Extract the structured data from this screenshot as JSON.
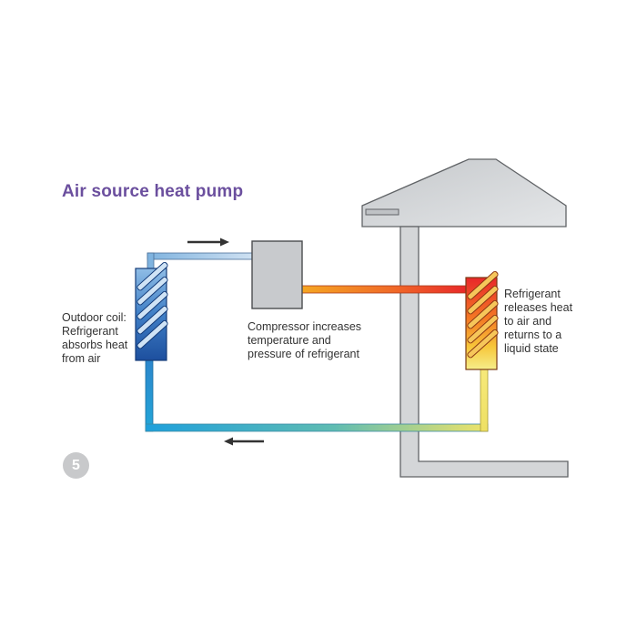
{
  "title": "Air source heat pump",
  "outdoor_coil": {
    "label_lines": [
      "Outdoor coil:",
      "Refrigerant",
      "absorbs heat",
      "from air"
    ]
  },
  "compressor": {
    "label_lines": [
      "Compressor increases",
      "temperature and",
      "pressure of refrigerant"
    ]
  },
  "indoor_coil": {
    "label_lines": [
      "Refrigerant",
      "releases heat",
      "to air and",
      "returns to a",
      "liquid state"
    ]
  },
  "step_number": "5",
  "colors": {
    "title": "#6b4f9e",
    "house": "#d4d6d8",
    "house_outline": "#606366",
    "cold": "#2157a8",
    "cool": "#22a7d8",
    "hot": "#e8272a",
    "warm": "#f5a623",
    "light": "#f3e66a",
    "compressor": "#c8cacd",
    "badge": "#c8c9cb",
    "arrow": "#333333"
  },
  "icons": [
    "flow-arrow-right-icon",
    "flow-arrow-left-icon",
    "coil-fins-icon"
  ]
}
